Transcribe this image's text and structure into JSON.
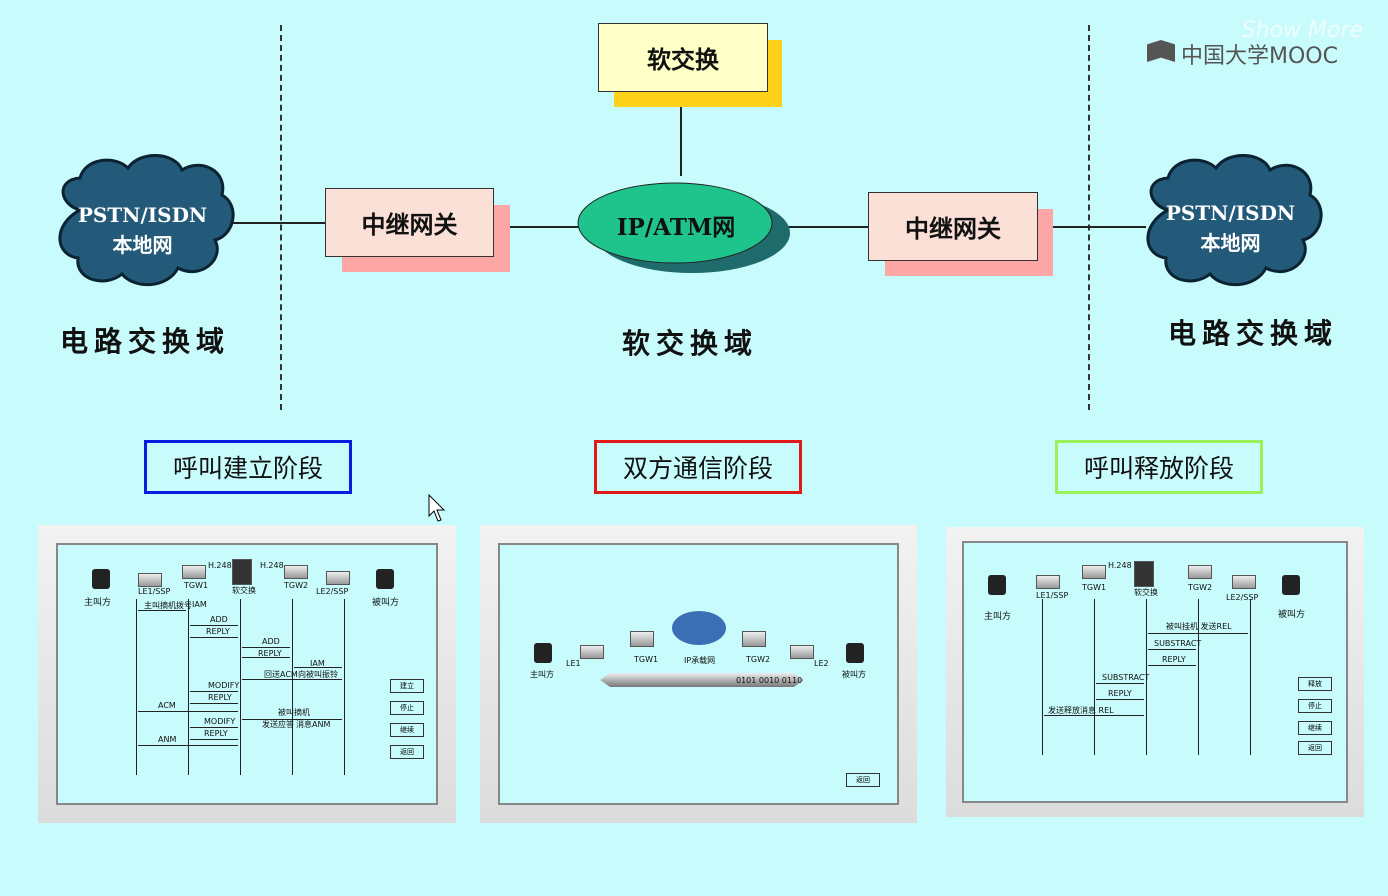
{
  "watermark": {
    "brand_top": "Show More",
    "brand": "中国大学MOOC"
  },
  "top": {
    "softswitch": "软交换",
    "ip_atm": "IP/ATM网",
    "gateway_left": "中继网关",
    "gateway_right": "中继网关",
    "cloud_left": {
      "line1": "PSTN/ISDN",
      "line2": "本地网"
    },
    "cloud_right": {
      "line1": "PSTN/ISDN",
      "line2": "本地网"
    },
    "domain_left": "电路交换域",
    "domain_center": "软交换域",
    "domain_right": "电路交换域"
  },
  "phases": [
    {
      "label": "呼叫建立阶段",
      "color": "#0a1adf"
    },
    {
      "label": "双方通信阶段",
      "color": "#e01818"
    },
    {
      "label": "呼叫释放阶段",
      "color": "#9cf05a"
    }
  ],
  "panel1": {
    "caller": "主叫方",
    "callee": "被叫方",
    "devices": [
      "LE1/SSP",
      "TGW1",
      "软交换",
      "TGW2",
      "LE2/SSP"
    ],
    "top_labels": [
      "H.248",
      "H.248"
    ],
    "messages": [
      "主叫摘机拨号",
      "IAM",
      "ADD",
      "REPLY",
      "ADD",
      "REPLY",
      "IAM",
      "回送ACM",
      "向被叫振铃",
      "MODIFY",
      "REPLY",
      "ACM",
      "被叫摘机",
      "MODIFY",
      "REPLY",
      "发送应答",
      "消息ANM",
      "ANM"
    ],
    "buttons": [
      "建立",
      "停止",
      "继续",
      "返回"
    ]
  },
  "panel2": {
    "caller": "主叫方",
    "callee": "被叫方",
    "devices": [
      "LE1",
      "TGW1",
      "IP承载网",
      "TGW2",
      "LE2"
    ],
    "stream": "0101 0010 0110",
    "button": "返回"
  },
  "panel3": {
    "caller": "主叫方",
    "callee": "被叫方",
    "devices": [
      "LE1/SSP",
      "TGW1",
      "软交换",
      "TGW2",
      "LE2/SSP"
    ],
    "top_labels": [
      "H.248"
    ],
    "messages": [
      "被叫挂机 发送REL",
      "SUBSTRACT",
      "REPLY",
      "SUBSTRACT",
      "REPLY",
      "发送释放消息 REL"
    ],
    "buttons": [
      "释放",
      "停止",
      "继续",
      "返回"
    ]
  }
}
